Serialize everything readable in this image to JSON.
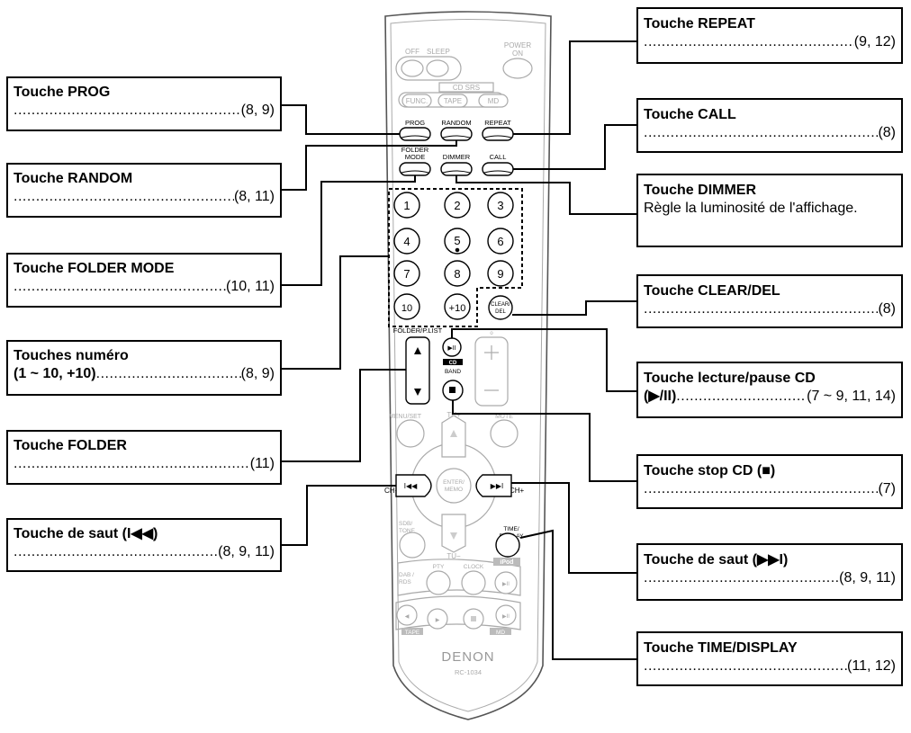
{
  "remote": {
    "power_off_label": "OFF",
    "sleep_label": "SLEEP",
    "power_on_label": "POWER\nON",
    "cd_srs_label": "CD SRS",
    "func_label": "FUNC.",
    "tape_label": "TAPE",
    "md_label": "MD",
    "prog_label": "PROG",
    "random_label": "RANDOM",
    "repeat_label": "REPEAT",
    "folder_mode_label": "FOLDER MODE",
    "dimmer_label": "DIMMER",
    "call_label": "CALL",
    "numbers": [
      "1",
      "2",
      "3",
      "4",
      "5",
      "6",
      "7",
      "8",
      "9",
      "10",
      "+10"
    ],
    "clear_del_label": "CLEAR/ DEL",
    "folder_plist_label": "FOLDER/P.LIST",
    "cd_tag": "CD",
    "band_label": "BAND",
    "menu_set_label": "MENU/SET",
    "tu_plus_label": "TU+",
    "mute_label": "MUTE",
    "ch_minus_label": "CH−",
    "ch_plus_label": "CH+",
    "enter_memo_label": "ENTER/ MEMO",
    "sdb_tone_label": "SDB/ TONE",
    "time_display_label": "TIME/ DISPLAY",
    "tu_minus_label": "TU−",
    "ipod_label": "iPod",
    "dab_rds_label": "DAB / RDS",
    "pty_label": "PTY",
    "clock_label": "CLOCK",
    "tape_tag": "TAPE",
    "md_tag": "MD",
    "brand": "DENON",
    "model": "RC-1034"
  },
  "callouts": {
    "prog": {
      "title": "Touche PROG",
      "ref": "(8, 9)"
    },
    "random": {
      "title": "Touche RANDOM",
      "ref": "(8, 11)"
    },
    "folder_mode": {
      "title": "Touche FOLDER MODE",
      "ref": "(10, 11)"
    },
    "numbers": {
      "title": "Touches numéro",
      "ref_bold": "(1 ~ 10, +10)",
      "ref": "(8, 9)"
    },
    "folder": {
      "title": "Touche FOLDER",
      "ref": "(11)"
    },
    "skip_back": {
      "title": "Touche de saut (I◀◀)",
      "ref": "(8, 9, 11)"
    },
    "repeat": {
      "title": "Touche REPEAT",
      "ref": "(9, 12)"
    },
    "call": {
      "title": "Touche CALL",
      "ref": "(8)"
    },
    "dimmer": {
      "title": "Touche DIMMER",
      "desc": "Règle la luminosité de l'affichage."
    },
    "clear_del": {
      "title": "Touche CLEAR/DEL",
      "ref": "(8)"
    },
    "play_pause": {
      "title": "Touche lecture/pause CD",
      "ref_bold": "(▶/II)",
      "ref": "(7 ~ 9, 11, 14)"
    },
    "stop": {
      "title": "Touche stop CD (■)",
      "ref": "(7)"
    },
    "skip_fwd": {
      "title": "Touche de saut (▶▶I)",
      "ref": "(8, 9, 11)"
    },
    "time_display": {
      "title": "Touche TIME/DISPLAY",
      "ref": "(11, 12)"
    }
  }
}
